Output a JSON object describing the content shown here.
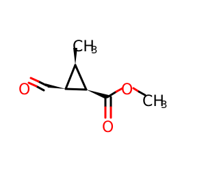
{
  "molecule": {
    "labels": {
      "methyl_top": "CH",
      "methyl_top_sub": "3",
      "aldehyde_oxygen": "O",
      "ester_ether_oxygen": "O",
      "ester_carbonyl_oxygen": "O",
      "methoxy": "CH",
      "methoxy_sub": "3"
    },
    "colors": {
      "bond": "#000000",
      "oxygen": "#ff0000",
      "carbon_label": "#000000",
      "background": "#ffffff"
    }
  }
}
